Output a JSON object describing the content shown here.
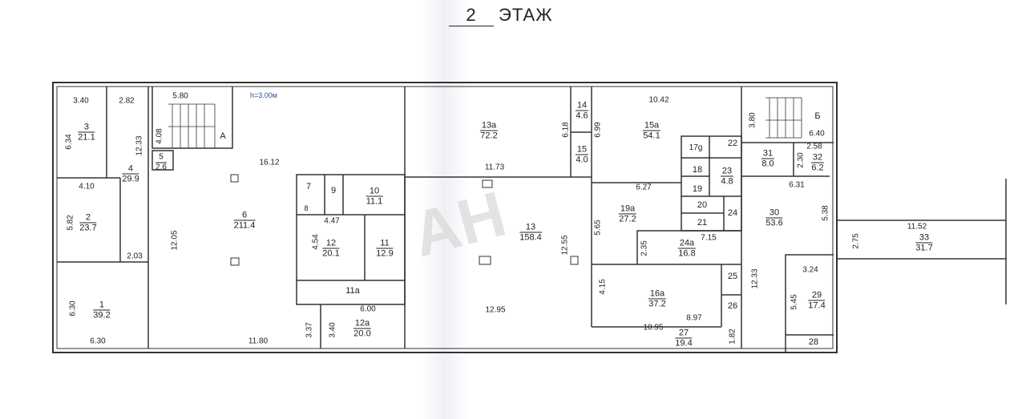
{
  "title": {
    "number": "2",
    "text": "ЭТАЖ"
  },
  "ceiling_height": "h=3.00м",
  "watermark": "АН",
  "stairs": [
    "А",
    "Б"
  ],
  "rooms": [
    {
      "n": "1",
      "a": "39.2"
    },
    {
      "n": "2",
      "a": "23.7"
    },
    {
      "n": "3",
      "a": "21.1"
    },
    {
      "n": "4",
      "a": "29.9"
    },
    {
      "n": "5",
      "a": "2.6"
    },
    {
      "n": "6",
      "a": "211.4"
    },
    {
      "n": "7",
      "a": ""
    },
    {
      "n": "8",
      "a": ""
    },
    {
      "n": "9",
      "a": ""
    },
    {
      "n": "10",
      "a": "11.1"
    },
    {
      "n": "11",
      "a": "12.9"
    },
    {
      "n": "11а",
      "a": ""
    },
    {
      "n": "12",
      "a": "20.1"
    },
    {
      "n": "12а",
      "a": "20.0"
    },
    {
      "n": "13",
      "a": "158.4"
    },
    {
      "n": "13а",
      "a": "72.2"
    },
    {
      "n": "14",
      "a": "4.6"
    },
    {
      "n": "15",
      "a": "4.0"
    },
    {
      "n": "15а",
      "a": "54.1"
    },
    {
      "n": "16а",
      "a": "37.2"
    },
    {
      "n": "17g",
      "a": ""
    },
    {
      "n": "18",
      "a": ""
    },
    {
      "n": "19",
      "a": ""
    },
    {
      "n": "19а",
      "a": "27.2"
    },
    {
      "n": "20",
      "a": ""
    },
    {
      "n": "21",
      "a": ""
    },
    {
      "n": "22",
      "a": ""
    },
    {
      "n": "23",
      "a": "4.8"
    },
    {
      "n": "24",
      "a": ""
    },
    {
      "n": "24а",
      "a": "16.8"
    },
    {
      "n": "25",
      "a": ""
    },
    {
      "n": "26",
      "a": ""
    },
    {
      "n": "27",
      "a": "19.4"
    },
    {
      "n": "28",
      "a": ""
    },
    {
      "n": "29",
      "a": "17.4"
    },
    {
      "n": "30",
      "a": "53.6"
    },
    {
      "n": "31",
      "a": "8.0"
    },
    {
      "n": "32",
      "a": "6.2"
    },
    {
      "n": "33",
      "a": "31.7"
    }
  ],
  "dims": [
    "3.40",
    "2.82",
    "5.80",
    "6.34",
    "12.33",
    "4.08",
    "16.12",
    "4.10",
    "5.82",
    "2.03",
    "12.05",
    "6.30",
    "6.30",
    "11.80",
    "4.47",
    "4.54",
    "6.00",
    "3.37",
    "3.40",
    "11.73",
    "6.18",
    "6.99",
    "10.42",
    "12.55",
    "12.95",
    "6.27",
    "5.65",
    "7.15",
    "2.35",
    "4.15",
    "8.97",
    "10.95",
    "1.82",
    "12.33",
    "3.80",
    "6.40",
    "2.58",
    "2.30",
    "6.31",
    "5.38",
    "2.75",
    "11.52",
    "3.24",
    "5.45"
  ]
}
